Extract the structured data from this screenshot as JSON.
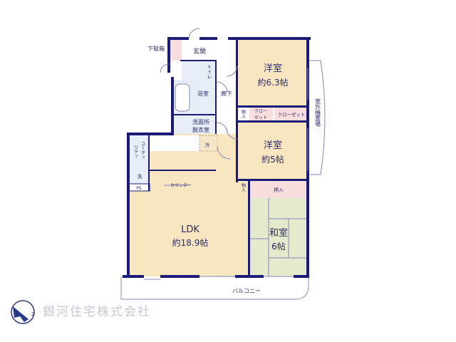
{
  "rooms": {
    "western1": {
      "name": "洋室",
      "size": "約6.3帖"
    },
    "western2": {
      "name": "洋室",
      "size": "約5帖"
    },
    "ldk": {
      "name": "LDK",
      "size": "約18.9帖"
    },
    "japanese": {
      "name": "和室",
      "size": "6帖"
    },
    "entrance": "玄関",
    "shoe_box": "下駄箱",
    "toilet": "トイレ",
    "bath": "浴室",
    "hallway": "廊下",
    "washroom_1": "洗面所",
    "washroom_2": "脱衣室",
    "storage_1": "物入",
    "storage_2": "物入",
    "closet_small_1": "クロー",
    "closet_small_2": "ゼット",
    "closet_large": "クローゼット",
    "oshiire": "押入",
    "utility_1": "ユーティ",
    "utility_2": "リティ",
    "washer": "洗",
    "fridge": "冷",
    "ps": "PS",
    "counter": "カウンター",
    "balcony": "バルコニー",
    "outdoor_unit": "室外機置場"
  },
  "colors": {
    "wall": "#1a1a78",
    "western": "#f8e6c0",
    "japanese": "#e4eacb",
    "closet": "#f8dede",
    "wet": "#e8eef8"
  },
  "company": "銀河住宅株式会社"
}
